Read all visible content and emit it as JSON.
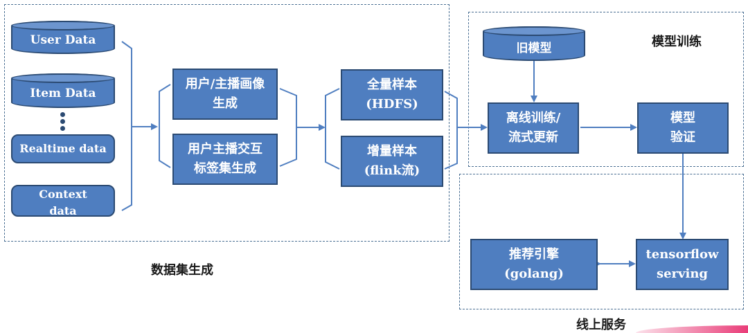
{
  "regions": {
    "dataset": "数据集生成",
    "training": "模型训练",
    "serving": "线上服务"
  },
  "sources": {
    "user_data": "User Data",
    "item_data": "Item Data",
    "realtime_data": "Realtime data",
    "context_line1": "Context",
    "context_line2": "data"
  },
  "features": {
    "profile_line1": "用户/主播画像",
    "profile_line2": "生成",
    "interaction_line1": "用户主播交互",
    "interaction_line2": "标签集生成"
  },
  "samples": {
    "full_line1": "全量样本",
    "full_line2": "(HDFS)",
    "incr_line1": "增量样本",
    "incr_line2": "(flink流)"
  },
  "training": {
    "old_model": "旧模型",
    "train_line1": "离线训练/",
    "train_line2": "流式更新",
    "validate_line1": "模型",
    "validate_line2": "验证"
  },
  "serving": {
    "engine_line1": "推荐引擎",
    "engine_line2": "(golang)",
    "tf_line1": "tensorflow",
    "tf_line2": "serving"
  },
  "colors": {
    "box_fill": "#4f7ec0",
    "box_border": "#2b4a72",
    "connector": "#4f7ec0",
    "region_border": "#4a6f93",
    "accent": "#e93c78"
  }
}
